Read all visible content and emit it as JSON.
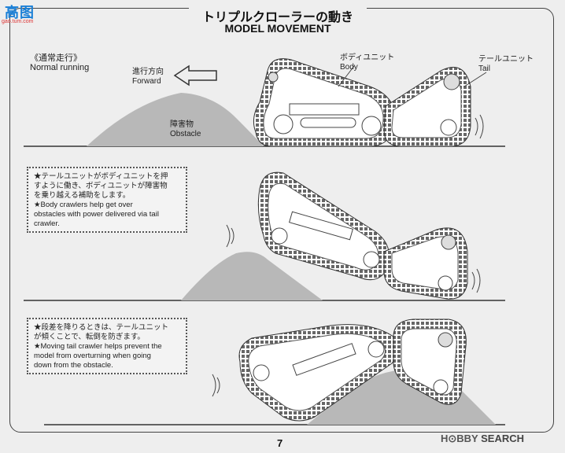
{
  "title": {
    "jp": "トリプルクローラーの動き",
    "en": "MODEL MOVEMENT"
  },
  "scene1": {
    "mode_jp": "《通常走行》",
    "mode_en": "Normal running",
    "forward_jp": "進行方向",
    "forward_en": "Forward",
    "obstacle_jp": "障害物",
    "obstacle_en": "Obstacle",
    "body_jp": "ボディユニット",
    "body_en": "Body",
    "tail_jp": "テールユニット",
    "tail_en": "Tail"
  },
  "note1": {
    "jp1": "★テールユニットがボディユニットを押",
    "jp2": "すように働き、ボディユニットが障害物",
    "jp3": "を乗り越える補助をします。",
    "en1": "★Body crawlers help get over",
    "en2": "obstacles with power delivered via tail",
    "en3": "crawler."
  },
  "note2": {
    "jp1": "★段差を降りるときは、テールユニット",
    "jp2": "が傾くことで、転倒を防ぎます。",
    "en1": "★Moving tail crawler helps prevent the",
    "en2": "model from overturning when going",
    "en3": "down from the obstacle."
  },
  "page_number": "7",
  "logos": {
    "top_left_main": "高图",
    "top_left_sub": "gao.tum.com",
    "bottom_right_brand": "H⊙BBY",
    "bottom_right_search": "SEARCH"
  },
  "colors": {
    "ink": "#333333",
    "mound": "#b8b8b8",
    "track": "#555555",
    "logo_blue": "#1a7fd6",
    "logo_red": "#c8342c"
  }
}
